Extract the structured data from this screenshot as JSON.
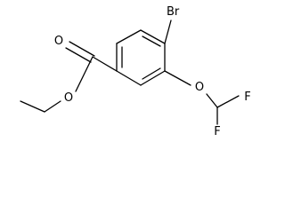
{
  "structure": {
    "atom_labels": {
      "bromine": "Br",
      "ether_oxygen": "O",
      "carbonyl_oxygen": "O",
      "ester_oxygen": "O",
      "fluorine_top": "F",
      "fluorine_bottom": "F"
    },
    "bond_color": "#000000",
    "background_color": "#ffffff"
  }
}
